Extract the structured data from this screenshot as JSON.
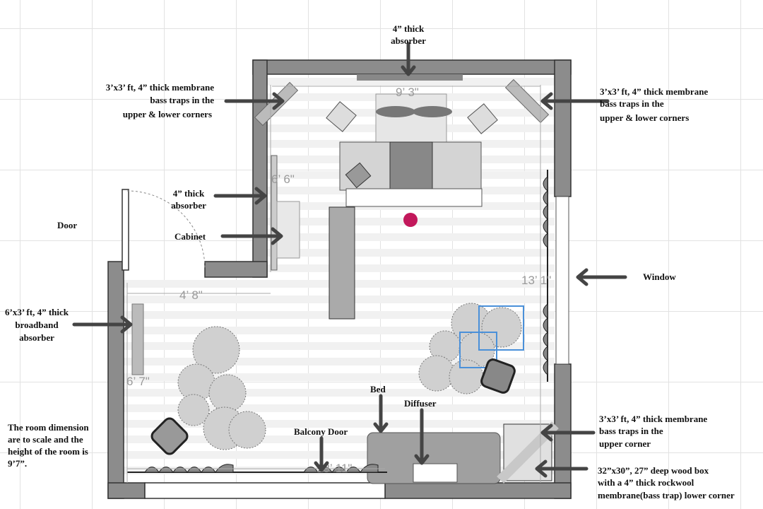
{
  "labels": {
    "top_absorber": [
      "4” thick",
      "absorber"
    ],
    "upper_left_traps": [
      "3’x3’ ft, 4” thick membrane",
      "bass traps in the",
      "upper & lower corners"
    ],
    "upper_right_traps": [
      "3’x3’ ft, 4” thick membrane",
      "bass traps in the",
      "upper & lower corners"
    ],
    "left_absorber": [
      "4” thick",
      "absorber"
    ],
    "door": "Door",
    "cabinet": "Cabinet",
    "window": "Window",
    "broadband": [
      "6’x3’ ft, 4” thick",
      "broadband",
      "absorber"
    ],
    "note": [
      "The room dimension",
      "are to scale and the",
      "height of the room is",
      "9’7”."
    ],
    "bed": "Bed",
    "diffuser": "Diffuser",
    "balcony_door": "Balcony Door",
    "lower_right_traps": [
      "3’x3’ ft, 4” thick membrane",
      "bass traps in the",
      "upper corner"
    ],
    "wood_box": [
      "32”x30”, 27” deep wood box",
      "with a 4” thick rockwool",
      "membrane(bass trap) lower corner"
    ]
  },
  "dimensions": {
    "top_width": "9’ 3\"",
    "upper_left_depth": "6’ 6\"",
    "step_width": "4’ 8\"",
    "right_length": "13’ 1\"",
    "lower_left_depth": "6’ 7\"",
    "bottom_width": "13’ 11\""
  },
  "colors": {
    "listening_spot": "#c2185b",
    "selection": "#4a90d9"
  }
}
